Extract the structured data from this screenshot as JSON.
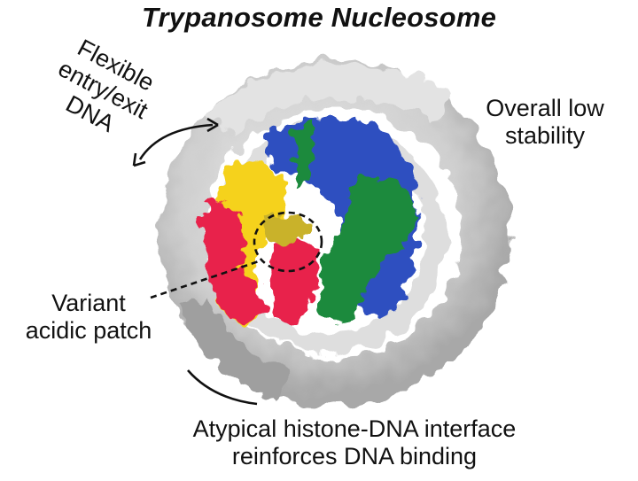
{
  "title": "Trypanosome Nucleosome",
  "annotations": {
    "flexible": [
      "Flexible",
      "entry/exit",
      "DNA"
    ],
    "stability": [
      "Overall low",
      "stability"
    ],
    "acidic": [
      "Variant",
      "acidic patch"
    ],
    "interface": [
      "Atypical histone-DNA interface",
      "reinforces DNA binding"
    ]
  },
  "colors": {
    "dna_gray": "#c8c8c8",
    "dna_dark": "#9c9c9c",
    "h2a_red": "#e8234b",
    "h2b_yellow": "#f5d21e",
    "h3_blue": "#2f4fc0",
    "h4_green": "#1c8a3c"
  }
}
